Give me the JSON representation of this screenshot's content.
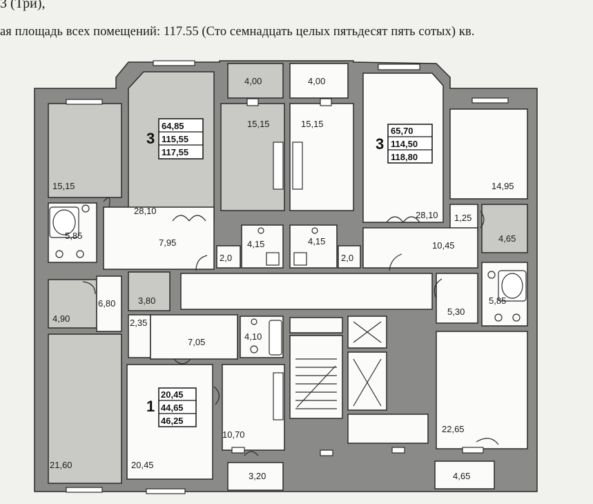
{
  "header": {
    "line1": "3 (Три),",
    "line2": "ая площадь всех помещений: 117.55 (Сто семнадцать целых пятьдесят пять сотых) кв."
  },
  "colors": {
    "gray_room": "#c9c9c6",
    "white_room": "#fbfbf9",
    "wall": "#8a8a88"
  },
  "rooms": {
    "r_15_15_left": "15,15",
    "r_28_10_left": "28,10",
    "r_5_85_left": "5,85",
    "r_7_95": "7,95",
    "r_4_90": "4,90",
    "r_6_80": "6,80",
    "r_3_80": "3,80",
    "r_21_60": "21,60",
    "r_4_00_a": "4,00",
    "r_4_00_b": "4,00",
    "r_15_15_mid_a": "15,15",
    "r_15_15_mid_b": "15,15",
    "r_4_15_a": "4,15",
    "r_4_15_b": "4,15",
    "r_2_0_a": "2,0",
    "r_2_0_b": "2,0",
    "r_2_35": "2,35",
    "r_7_05": "7,05",
    "r_4_10": "4,10",
    "r_20_45": "20,45",
    "r_10_70": "10,70",
    "r_3_20": "3,20",
    "r_28_10_right": "28,10",
    "r_14_95": "14,95",
    "r_1_25": "1,25",
    "r_4_65_a": "4,65",
    "r_10_45": "10,45",
    "r_5_30": "5,30",
    "r_5_85_right": "5,85",
    "r_22_65": "22,65",
    "r_4_65_b": "4,65"
  },
  "apartments": {
    "left": {
      "rooms": "3",
      "living": "64,85",
      "total_wo": "115,55",
      "total": "117,55"
    },
    "right": {
      "rooms": "3",
      "living": "65,70",
      "total_wo": "114,50",
      "total": "118,80"
    },
    "small": {
      "rooms": "1",
      "living": "20,45",
      "total_wo": "44,65",
      "total": "46,25"
    }
  }
}
